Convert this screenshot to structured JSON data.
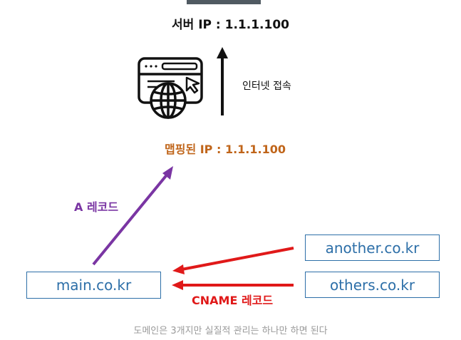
{
  "server": {
    "label": "서버 IP : 1.1.1.100"
  },
  "browser": {
    "icon": "browser-globe-icon"
  },
  "internet": {
    "label": "인터넷 접속"
  },
  "mapped": {
    "label": "맵핑된 IP : 1.1.1.100"
  },
  "records": {
    "a_label": "A 레코드",
    "cname_label": "CNAME 레코드"
  },
  "domains": {
    "main": "main.co.kr",
    "another": "another.co.kr",
    "others": "others.co.kr"
  },
  "caption": "도메인은 3개지만 실질적 관리는 하나만 하면 된다",
  "colors": {
    "a_record": "#7a35a3",
    "cname": "#e01919",
    "mapped_ip": "#c0651a",
    "domain_box": "#2d6fa8",
    "caption": "#9a9a9a"
  }
}
